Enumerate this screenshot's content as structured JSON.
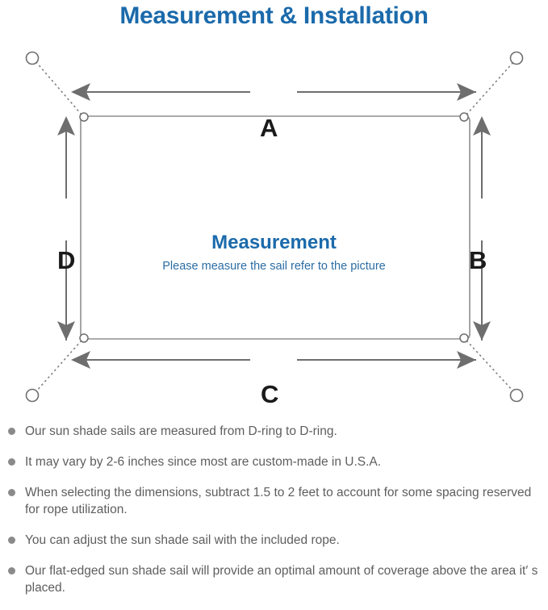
{
  "page": {
    "title": "Measurement & Installation",
    "title_color": "#1b6aab",
    "background": "#ffffff"
  },
  "diagram": {
    "name": "shade-sail-measurement-diagram",
    "line_color": "#6e6e6e",
    "sail_border_color": "#8c8c8c",
    "sail_fill": "#ffffff",
    "dimension_labels": [
      {
        "id": "A",
        "label": "A",
        "position": "top",
        "color": "#1a1a1a"
      },
      {
        "id": "B",
        "label": "B",
        "position": "right",
        "color": "#1a1a1a"
      },
      {
        "id": "C",
        "label": "C",
        "position": "bottom",
        "color": "#1a1a1a"
      },
      {
        "id": "D",
        "label": "D",
        "position": "left",
        "color": "#1a1a1a"
      }
    ],
    "center": {
      "heading": "Measurement",
      "heading_color": "#1b6aab",
      "subtitle": "Please measure the sail refer to the picture",
      "subtitle_color": "#2b6da4"
    },
    "d_rings": {
      "count": 4,
      "icon": "d-ring-circle-icon",
      "note": "small open circles at each sail corner"
    },
    "anchor_points": {
      "count": 4,
      "icon": "anchor-circle-icon",
      "note": "outer open circles connected by dotted rope lines"
    },
    "ropes": {
      "count": 4,
      "style": "dotted",
      "icon": "rope-dotted-line-icon"
    }
  },
  "notes": {
    "bullet_color": "#8a8a8a",
    "text_color": "#5e5e5e",
    "items": [
      "Our sun shade sails are measured from D-ring to D-ring.",
      "It may vary by 2-6 inches since most are custom-made in U.S.A.",
      "When selecting the dimensions, subtract 1.5 to 2 feet to account for some spacing reserved for rope utilization.",
      "You can adjust the sun shade sail with the included rope.",
      "Our flat-edged sun shade sail will provide an optimal amount of coverage above the area it′ s placed."
    ]
  }
}
